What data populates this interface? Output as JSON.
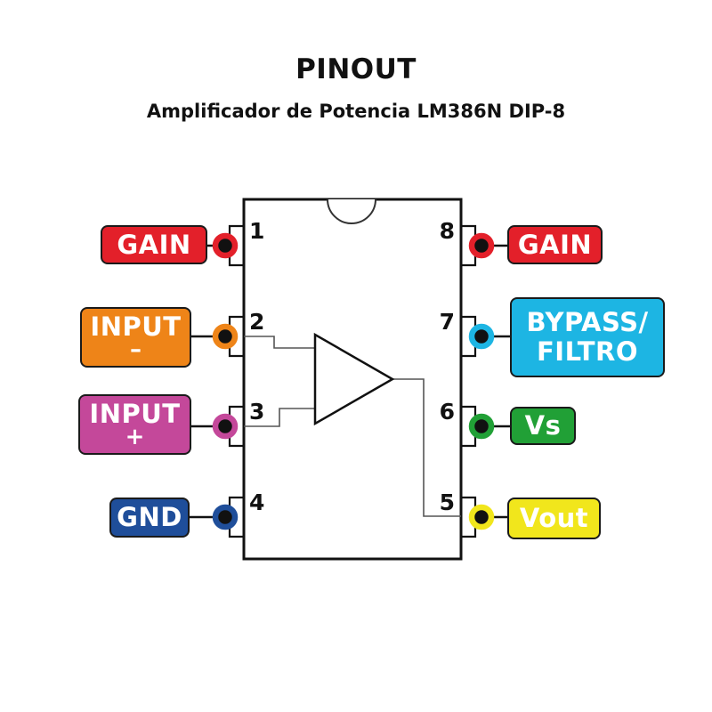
{
  "header": {
    "title": "PINOUT",
    "subtitle": "Amplificador de Potencia LM386N DIP-8"
  },
  "chip": {
    "package": "DIP-8",
    "part": "LM386N",
    "internal_symbol": "op-amp-triangle-icon"
  },
  "pins": [
    {
      "number": "1",
      "side": "left",
      "label_line1": "GAIN",
      "label_line2": "",
      "color": "#E3202A"
    },
    {
      "number": "2",
      "side": "left",
      "label_line1": "INPUT",
      "label_line2": "–",
      "color": "#EE8418"
    },
    {
      "number": "3",
      "side": "left",
      "label_line1": "INPUT",
      "label_line2": "+",
      "color": "#C4489A"
    },
    {
      "number": "4",
      "side": "left",
      "label_line1": "GND",
      "label_line2": "",
      "color": "#1F4E9A"
    },
    {
      "number": "5",
      "side": "right",
      "label_line1": "Vout",
      "label_line2": "",
      "color": "#F1E61C"
    },
    {
      "number": "6",
      "side": "right",
      "label_line1": "Vs",
      "label_line2": "",
      "color": "#21A036"
    },
    {
      "number": "7",
      "side": "right",
      "label_line1": "BYPASS/",
      "label_line2": "FILTRO",
      "color": "#1DB5E3"
    },
    {
      "number": "8",
      "side": "right",
      "label_line1": "GAIN",
      "label_line2": "",
      "color": "#E3202A"
    }
  ]
}
